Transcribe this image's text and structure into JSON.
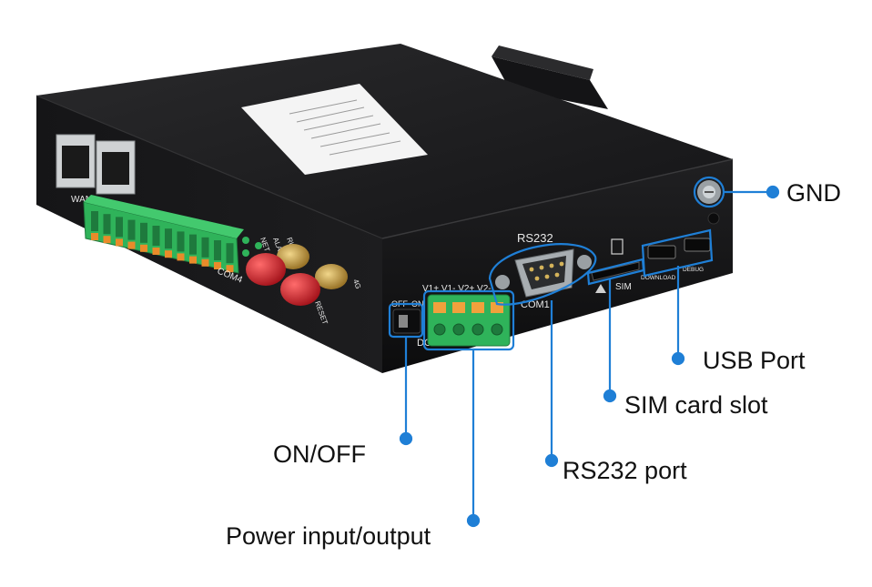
{
  "colors": {
    "callout_blue": "#1f7fd6",
    "device_body": "#1b1b1d",
    "terminal_green": "#2fb35a",
    "connector_gold": "#c9a04a",
    "antenna_red": "#d6222a"
  },
  "callouts": {
    "gnd": "GND",
    "usb": "USB Port",
    "sim": "SIM card slot",
    "rs232": "RS232 port",
    "onoff": "ON/OFF",
    "power": "Power input/output"
  },
  "panel_text": {
    "rs232": "RS232",
    "com1": "COM1",
    "sim": "SIM",
    "download": "DOWNLOAD",
    "debug": "DEBUG",
    "v_terminals": "V1+ V1- V2+ V2-",
    "off": "OFF",
    "on": "ON",
    "dc_in": "DC IN",
    "reset": "RESET",
    "ant_4g": "4G",
    "wan": "WAN",
    "com4": "COM4",
    "run": "RUN",
    "alarm": "ALARM",
    "net": "NET"
  }
}
